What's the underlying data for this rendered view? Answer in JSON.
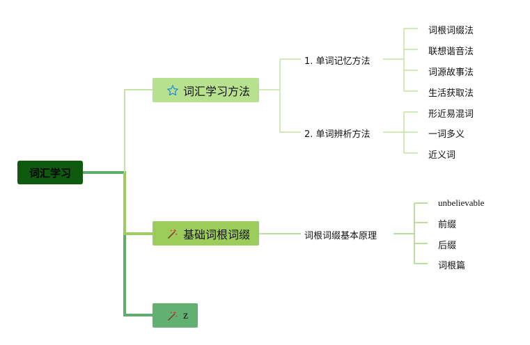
{
  "root": {
    "label": "词汇学习"
  },
  "branches": [
    {
      "label": "词汇学习方法",
      "icon": "star-icon",
      "color": "#b7e18e",
      "subtopics": [
        {
          "label": "1. 单词记忆方法",
          "items": [
            "词根词缀法",
            "联想谐音法",
            "词源故事法",
            "生活获取法"
          ]
        },
        {
          "label": "2. 单词辨析方法",
          "items": [
            "形近易混词",
            "一词多义",
            "近义词"
          ]
        }
      ]
    },
    {
      "label": "基础词根词缀",
      "icon": "magic-wand-icon",
      "color": "#9ccd5c",
      "subtopics": [
        {
          "label": "词根词缀基本原理",
          "items": [
            "unbelievable",
            "前缀",
            "后缀",
            "词根篇"
          ]
        }
      ]
    },
    {
      "label": "z",
      "icon": "magic-wand-icon",
      "color": "#62b072",
      "subtopics": []
    }
  ],
  "colors": {
    "root": "#0e5a0e",
    "trunk": "#5fae6e",
    "line_light": "#c4e3a4",
    "line_mid": "#a7d47b"
  }
}
